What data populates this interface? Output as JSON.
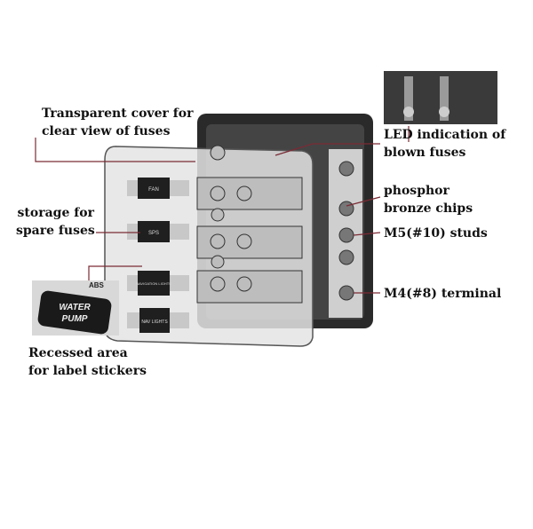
{
  "callouts": {
    "cover": [
      "Transparent cover for",
      "clear view of fuses"
    ],
    "led": [
      "LED indication of",
      "blown fuses"
    ],
    "chips": [
      "phosphor",
      "bronze chips"
    ],
    "studs": "M5(#10) studs",
    "terminal": "M4(#8) terminal",
    "storage": [
      "storage for",
      "spare fuses"
    ],
    "recessed": [
      "Recessed area",
      "for label stickers"
    ]
  },
  "fuse_labels": [
    "FAN",
    "SPS",
    "NAVIGATION LIGHTS",
    "NAV LIGHTS"
  ],
  "sticker_inset": {
    "top": "ABS",
    "main": [
      "WATER",
      "PUMP"
    ]
  },
  "colors": {
    "leader": "#7a2b35",
    "body": "#2a2a2a",
    "cover": "#e6e6e6"
  }
}
